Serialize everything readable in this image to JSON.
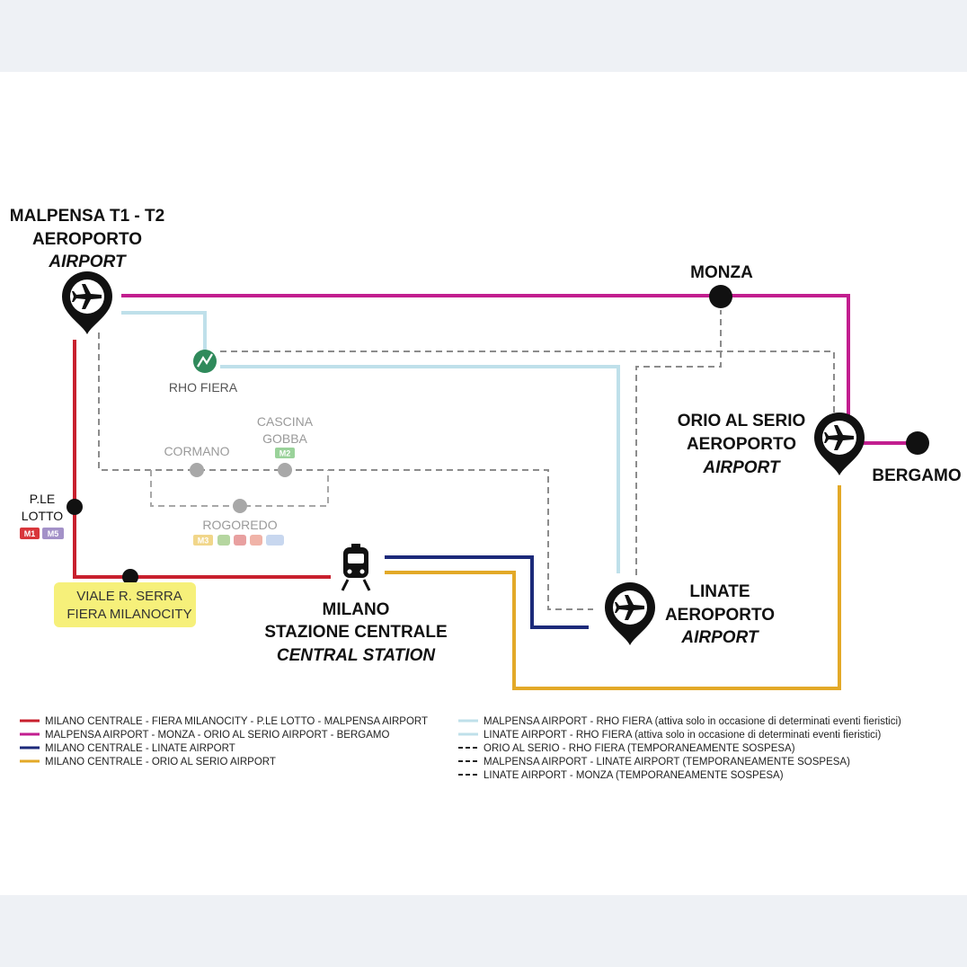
{
  "colors": {
    "red": "#c8202e",
    "magenta": "#c21e8f",
    "navy": "#1c2a7a",
    "gold": "#e3a928",
    "lightblue": "#bfe0ea",
    "dashed": "#8c8c8c",
    "inactive": "#a8a8a8",
    "highlight": "#f6f07a",
    "rho_green": "#2f8a5b"
  },
  "stations": {
    "malpensa": {
      "line1": "MALPENSA T1 - T2",
      "line2": "AEROPORTO",
      "line3": "AIRPORT"
    },
    "monza": {
      "name": "MONZA"
    },
    "rho": {
      "name": "RHO FIERA"
    },
    "cascina": {
      "line1": "CASCINA",
      "line2": "GOBBA",
      "badge": "M2"
    },
    "cormano": {
      "name": "CORMANO"
    },
    "rogoredo": {
      "name": "ROGOREDO",
      "badge": "M3"
    },
    "orio": {
      "line1": "ORIO AL SERIO",
      "line2": "AEROPORTO",
      "line3": "AIRPORT"
    },
    "bergamo": {
      "name": "BERGAMO"
    },
    "lotto": {
      "line1": "P.LE",
      "line2": "LOTTO",
      "badge1": "M1",
      "badge2": "M5"
    },
    "serra": {
      "line1": "VIALE R. SERRA",
      "line2": "FIERA MILANOCITY"
    },
    "centrale": {
      "line1": "MILANO",
      "line2": "STAZIONE CENTRALE",
      "line3": "CENTRAL STATION"
    },
    "linate": {
      "line1": "LINATE",
      "line2": "AEROPORTO",
      "line3": "AIRPORT"
    }
  },
  "legend": {
    "left": [
      {
        "label": "MILANO CENTRALE - FIERA MILANOCITY - P.LE LOTTO - MALPENSA AIRPORT",
        "color": "#c8202e",
        "style": "solid"
      },
      {
        "label": "MALPENSA AIRPORT - MONZA - ORIO AL SERIO AIRPORT - BERGAMO",
        "color": "#c21e8f",
        "style": "solid"
      },
      {
        "label": "MILANO CENTRALE - LINATE AIRPORT",
        "color": "#1c2a7a",
        "style": "solid"
      },
      {
        "label": "MILANO CENTRALE - ORIO AL SERIO AIRPORT",
        "color": "#e3a928",
        "style": "solid"
      }
    ],
    "right": [
      {
        "label": "MALPENSA AIRPORT - RHO FIERA (attiva solo in occasione di determinati eventi fieristici)",
        "color": "#bfe0ea",
        "style": "solid"
      },
      {
        "label": "LINATE AIRPORT - RHO FIERA (attiva solo in occasione di determinati eventi fieristici)",
        "color": "#bfe0ea",
        "style": "solid"
      },
      {
        "label": "ORIO AL SERIO - RHO FIERA (TEMPORANEAMENTE SOSPESA)",
        "color": "#222222",
        "style": "dashed"
      },
      {
        "label": "MALPENSA AIRPORT - LINATE AIRPORT (TEMPORANEAMENTE SOSPESA)",
        "color": "#222222",
        "style": "dashed"
      },
      {
        "label": "LINATE AIRPORT - MONZA (TEMPORANEAMENTE SOSPESA)",
        "color": "#222222",
        "style": "dashed"
      }
    ]
  }
}
